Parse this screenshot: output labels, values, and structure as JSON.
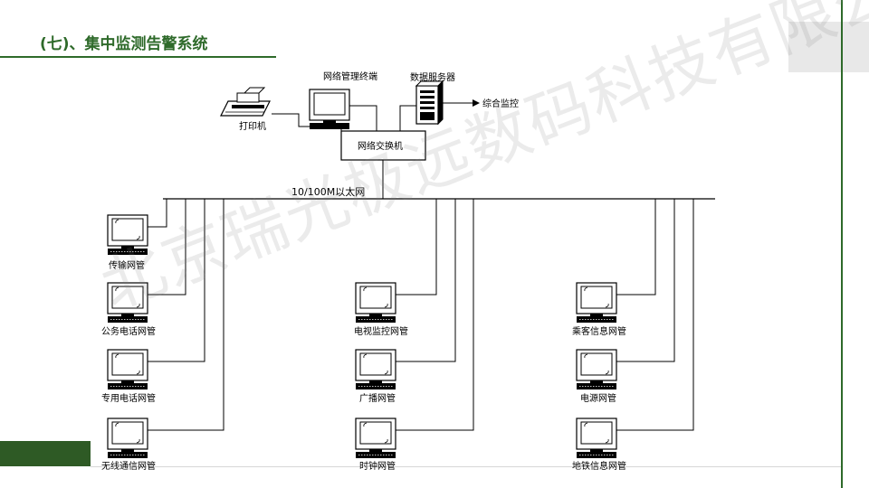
{
  "slide": {
    "title": "(七)、集中监测告警系统",
    "watermark": "北京瑞光极远数码科技有限公司"
  },
  "diagram": {
    "network_label": "10/100M以太网",
    "switch_label": "网络交换机",
    "printer_label": "打印机",
    "terminal_label": "网络管理终端",
    "server_label": "数据服务器",
    "monitor_label": "综合监控",
    "left_column": [
      "传输网管",
      "公务电话网管",
      "专用电话网管",
      "无线通信网管"
    ],
    "middle_column": [
      "电视监控网管",
      "广播网管",
      "时钟网管"
    ],
    "right_column": [
      "乘客信息网管",
      "电源网管",
      "地铁信息网管"
    ]
  },
  "colors": {
    "accent_green": "#2e6a2a",
    "dark_green_block": "#2e5a25",
    "line": "#000000"
  }
}
